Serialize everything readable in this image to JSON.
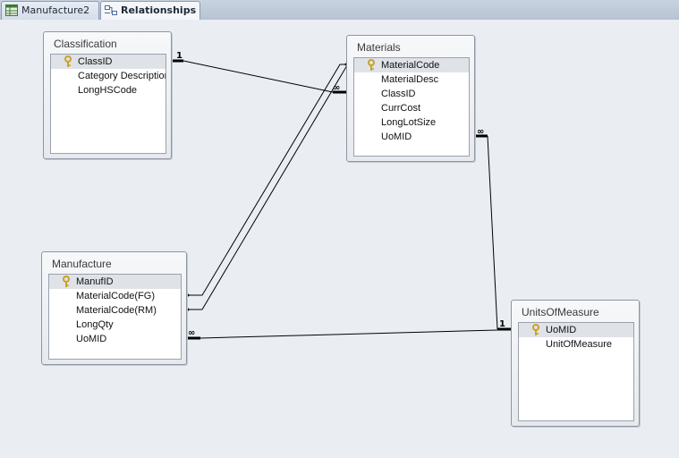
{
  "tabs": [
    {
      "label": "Manufacture2",
      "icon": "table-icon",
      "active": false
    },
    {
      "label": "Relationships",
      "icon": "relationships-icon",
      "active": true
    }
  ],
  "tables": {
    "classification": {
      "title": "Classification",
      "fields": [
        "ClassID",
        "Category Description",
        "LongHSCode"
      ],
      "key_field": "ClassID"
    },
    "materials": {
      "title": "Materials",
      "fields": [
        "MaterialCode",
        "MaterialDesc",
        "ClassID",
        "CurrCost",
        "LongLotSize",
        "UoMID"
      ],
      "key_field": "MaterialCode"
    },
    "manufacture": {
      "title": "Manufacture",
      "fields": [
        "ManufID",
        "MaterialCode(FG)",
        "MaterialCode(RM)",
        "LongQty",
        "UoMID"
      ],
      "key_field": "ManufID"
    },
    "units_of_measure": {
      "title": "UnitsOfMeasure",
      "fields": [
        "UoMID",
        "UnitOfMeasure"
      ],
      "key_field": "UoMID"
    }
  },
  "relationships": [
    {
      "name": "classification-materials",
      "one_label": "1",
      "many_label": "∞"
    },
    {
      "name": "materials-units",
      "one_label": "1",
      "many_label": "∞"
    },
    {
      "name": "manufacture-units",
      "one_label": "1",
      "many_label": "∞"
    }
  ],
  "colors": {
    "canvas": "#eaeef3",
    "selected_row": "#dfe3e8",
    "key_icon": "#c9a227"
  }
}
